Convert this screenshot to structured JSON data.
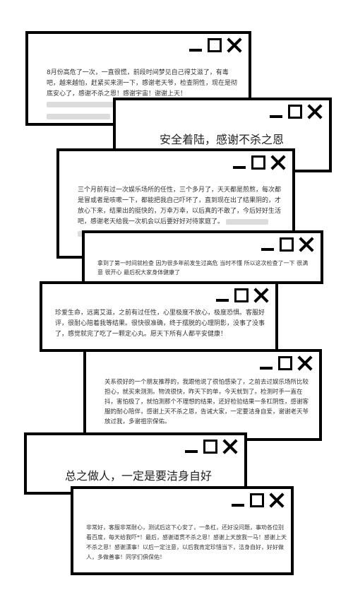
{
  "cards": [
    {
      "text": "8月份高危了一次，一直很慌，前段时间梦见自己得艾滋了，有毒吧，越来越怕，赶紧买来测一下，感谢老天爷，检查阴性，现在是彻底安心了，感谢不杀之恩！感谢宇宙！谢谢上天！"
    },
    {
      "text": "安全着陆，感谢不杀之恩"
    },
    {
      "text": "三个月前有过一次娱乐场所的任性，三个多月了，天天都是煎熬，每次都是冒或者是咳嗽一下，都能把我自己吓坏了，直到现在出了结果阴的，才放心下来，结果出的挺快的，万幸万幸，以后真的不敢了，今后好好生活吧，感谢老天给我一次机会以后要好好对待家庭了。"
    },
    {
      "text": "拿到了第一时间就检查 因为很多年前发生过高危 当时不懂 所以这次检查了一下 很满意 很开心 最后祝大家身体健康了"
    },
    {
      "text": "珍爱生命，远离艾滋，之前有过任性，心里极度不放心，极度恐惧。客服好评，很耐心陪着我等结果。很快很准确，终于摆脱的心理阴影，没事了没事了，感觉就完了吃了一颗定心丸。愿天下所有人都平安健康！"
    },
    {
      "text": "关系很好的一个朋友推荐的，我跟他说了很怕感染了，之前去过娱乐场所比较担心，就买来测测。物流很快，昨天下的单，今天就到了。检测时手一直在抖，害怕极了，就怕测那个不理想的结果，还好检验结果一条杠阴性，感谢客服的耐心陪伴，感谢上天不杀之恩，告诫大家，一定要洁身自爱，谢谢老天爷放过我，多谢祖宗保佑。"
    },
    {
      "text": "总之做人，一定是要洁身自好"
    },
    {
      "text": "非常好，客服非常耐心，测试后这下心安了，一条杠，还好没问题，事劝各位别看百度，每天给我吓*！最后，感谢道贯不杀之恩！感谢上天放我一马！感谢上天不杀之恩！感谢漂事！以后一定注意，以后我肯定珍惜当下，洁身自好，好好做人，多做善事！同学们俱保佑！"
    }
  ]
}
